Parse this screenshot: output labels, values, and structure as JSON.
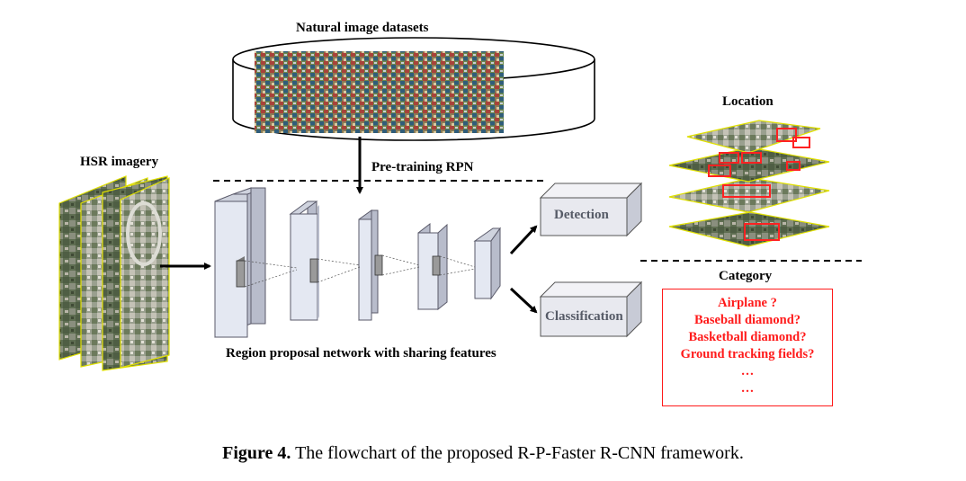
{
  "labels": {
    "natural_datasets": "Natural image datasets",
    "pretraining": "Pre-training RPN",
    "hsr_imagery": "HSR imagery",
    "detection": "Detection",
    "classification": "Classification",
    "rpn_caption": "Region proposal network with sharing features",
    "location": "Location",
    "category": "Category"
  },
  "categories": [
    "Airplane ?",
    "Baseball diamond?",
    "Basketball diamond?",
    "Ground tracking fields?",
    "…",
    "…"
  ],
  "caption": {
    "prefix": "Figure 4.",
    "text": " The flowchart of the proposed R-P-Faster R-CNN framework."
  },
  "colors": {
    "category_red": "#ff1a1a",
    "layer_face": "#e4e8f2",
    "layer_side": "#b8bccb",
    "imagery_border": "#e0e000"
  }
}
